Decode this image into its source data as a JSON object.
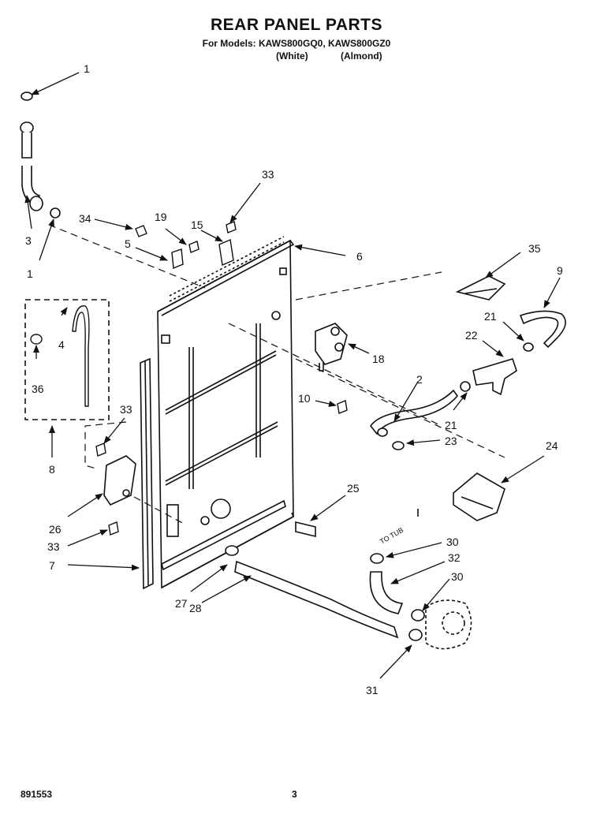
{
  "header": {
    "title": "REAR PANEL PARTS",
    "models_line": "For Models: KAWS800GQ0, KAWS800GZ0",
    "variant_white": "(White)",
    "variant_almond": "(Almond)"
  },
  "callouts": {
    "c1a": "1",
    "c1b": "1",
    "c2": "2",
    "c3": "3",
    "c4": "4",
    "c5": "5",
    "c6": "6",
    "c7": "7",
    "c8": "8",
    "c9": "9",
    "c10": "10",
    "c15": "15",
    "c18": "18",
    "c19": "19",
    "c21a": "21",
    "c21b": "21",
    "c22": "22",
    "c23": "23",
    "c24": "24",
    "c25": "25",
    "c26": "26",
    "c27": "27",
    "c28": "28",
    "c30a": "30",
    "c30b": "30",
    "c31": "31",
    "c32": "32",
    "c33a": "33",
    "c33b": "33",
    "c33c": "33",
    "c34": "34",
    "c35": "35",
    "c36": "36"
  },
  "annotations": {
    "to_tub": "TO TUB"
  },
  "footer": {
    "code": "891553",
    "page": "3"
  }
}
